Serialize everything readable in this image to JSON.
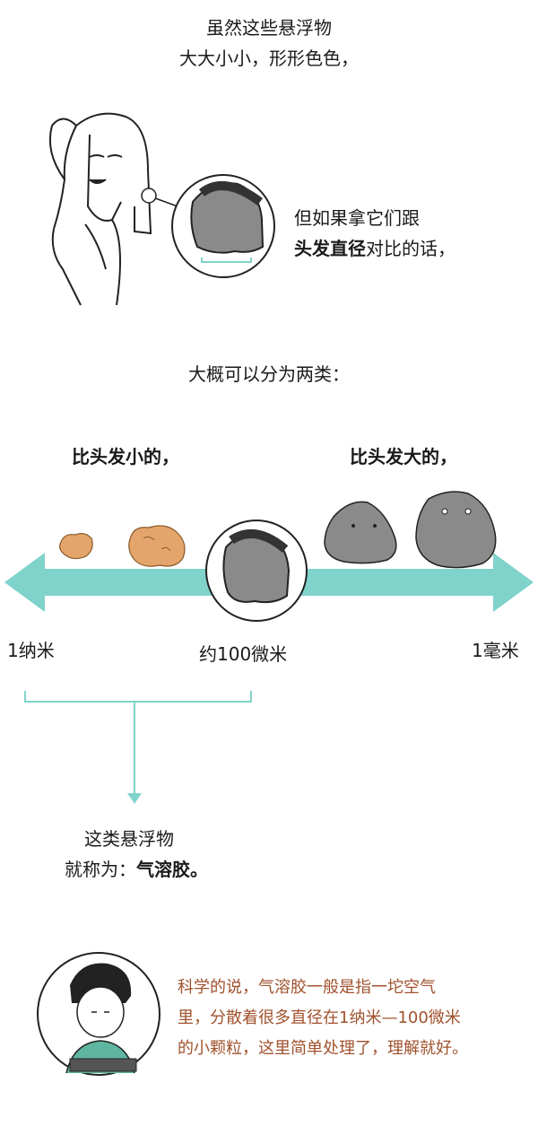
{
  "intro": {
    "line1": "虽然这些悬浮物",
    "line2": "大大小小，形形色色，"
  },
  "compare": {
    "line1": "但如果拿它们跟",
    "line2_bold": "头发直径",
    "line2_rest": "对比的话，"
  },
  "categories_title": "大概可以分为两类：",
  "smaller_label": "比头发小的，",
  "larger_label": "比头发大的，",
  "scale": {
    "left": "1纳米",
    "middle": "约100微米",
    "right": "1毫米"
  },
  "aerosol": {
    "line1": "这类悬浮物",
    "line2_prefix": "就称为：",
    "line2_bold": "气溶胶。"
  },
  "note": {
    "line1": "科学的说，气溶胶一般是指一坨空气",
    "line2": "里，分散着很多直径在1纳米—100微米",
    "line3": "的小颗粒，这里简单处理了，理解就好。"
  },
  "colors": {
    "arrow": "#7fd3cb",
    "note_text": "#a0522d",
    "particle_small": "#e3a56b",
    "particle_large": "#8a8a8a"
  }
}
